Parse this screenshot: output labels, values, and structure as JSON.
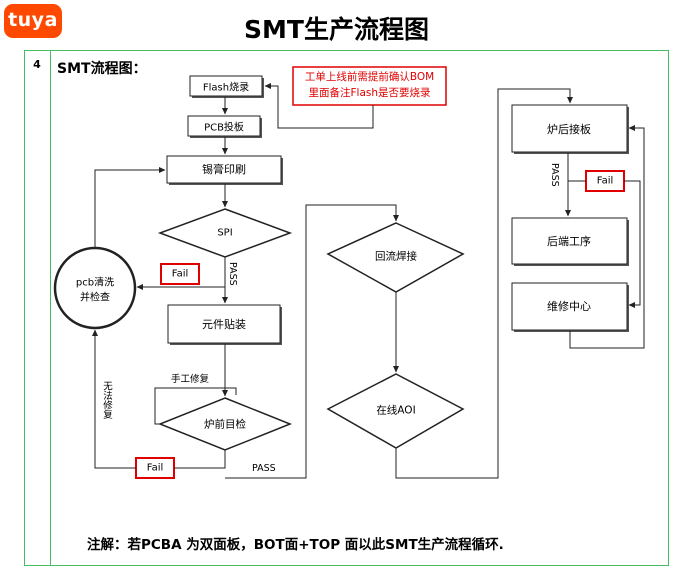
{
  "header": {
    "logo": "tuya",
    "title": "SMT生产流程图"
  },
  "section": {
    "number": "4",
    "title": "SMT流程图："
  },
  "callout": {
    "line1": "工单上线前需提前确认BOM",
    "line2": "里面备注Flash是否要烧录",
    "color": "#e00000"
  },
  "nodes": {
    "flash": "Flash烧录",
    "pcb_board": "PCB投板",
    "solder_print": "锡膏印刷",
    "spi": "SPI",
    "clean": "pcb清洗并检查",
    "clean_line1": "pcb清洗",
    "clean_line2": "并检查",
    "place": "元件贴装",
    "pre_oven": "炉前目检",
    "reflow": "回流焊接",
    "aoi": "在线AOI",
    "post_oven": "炉后接板",
    "back_end": "后端工序",
    "repair": "维修中心"
  },
  "labels": {
    "fail_spi": "Fail",
    "fail_pre_oven": "Fail",
    "fail_post_oven": "Fail",
    "pass_spi": "PASS",
    "pass_pre_oven": "PASS",
    "pass_post_oven": "PASS",
    "manual_repair": "手工修复",
    "cannot_repair": "无法修复"
  },
  "colors": {
    "frame": "#46b964",
    "logo": "#ff4800",
    "fail_box": "#e00000"
  },
  "footer_note": "注解：若PCBA 为双面板，BOT面+TOP 面以此SMT生产流程循环."
}
